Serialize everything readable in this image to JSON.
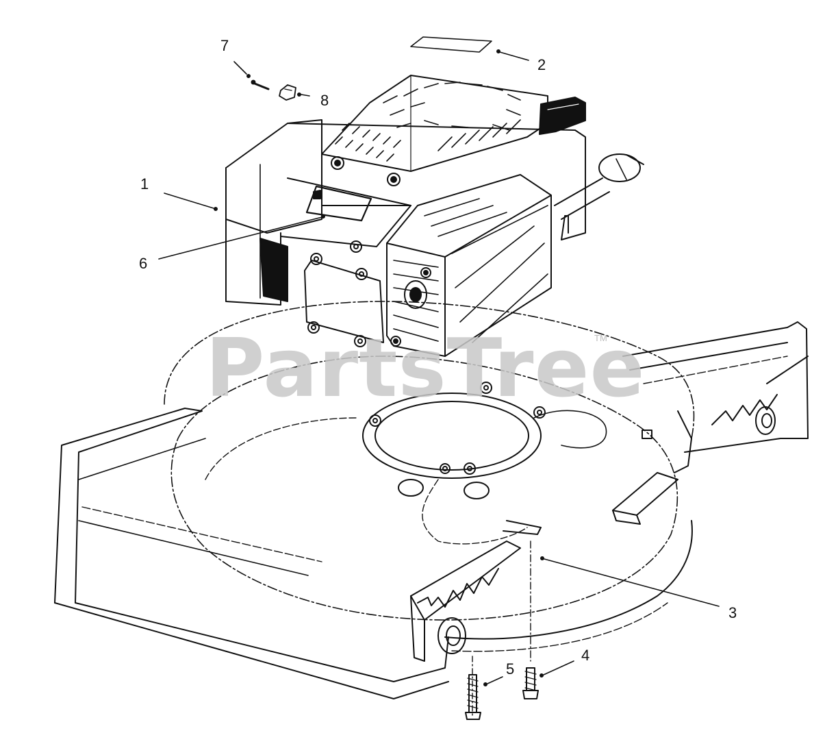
{
  "diagram": {
    "callouts": {
      "c1": "1",
      "c2": "2",
      "c3": "3",
      "c4": "4",
      "c5": "5",
      "c6": "6",
      "c7": "7",
      "c8": "8"
    },
    "watermark": {
      "text": "PartsTree",
      "tm": "TM"
    }
  }
}
